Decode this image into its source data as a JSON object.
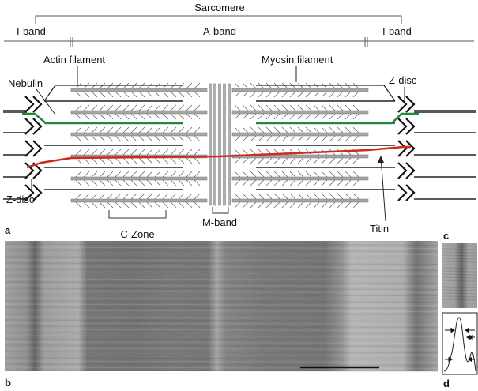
{
  "figure": {
    "header": {
      "sarcomere": "Sarcomere",
      "i_band_left": "I-band",
      "a_band": "A-band",
      "i_band_right": "I-band"
    },
    "labels": {
      "actin_filament": "Actin filament",
      "myosin_filament": "Myosin filament",
      "nebulin": "Nebulin",
      "z_disc_right": "Z-disc",
      "z_disc_left": "Z-disc",
      "c_zone": "C-Zone",
      "m_band": "M-band",
      "titin": "Titin"
    },
    "panels": {
      "a": "a",
      "b": "b",
      "c": "c",
      "d": "d"
    },
    "colors": {
      "nebulin": "#1f8a3c",
      "titin": "#cc2a1e",
      "filament": "#9a9a9a",
      "line": "#111111"
    }
  }
}
